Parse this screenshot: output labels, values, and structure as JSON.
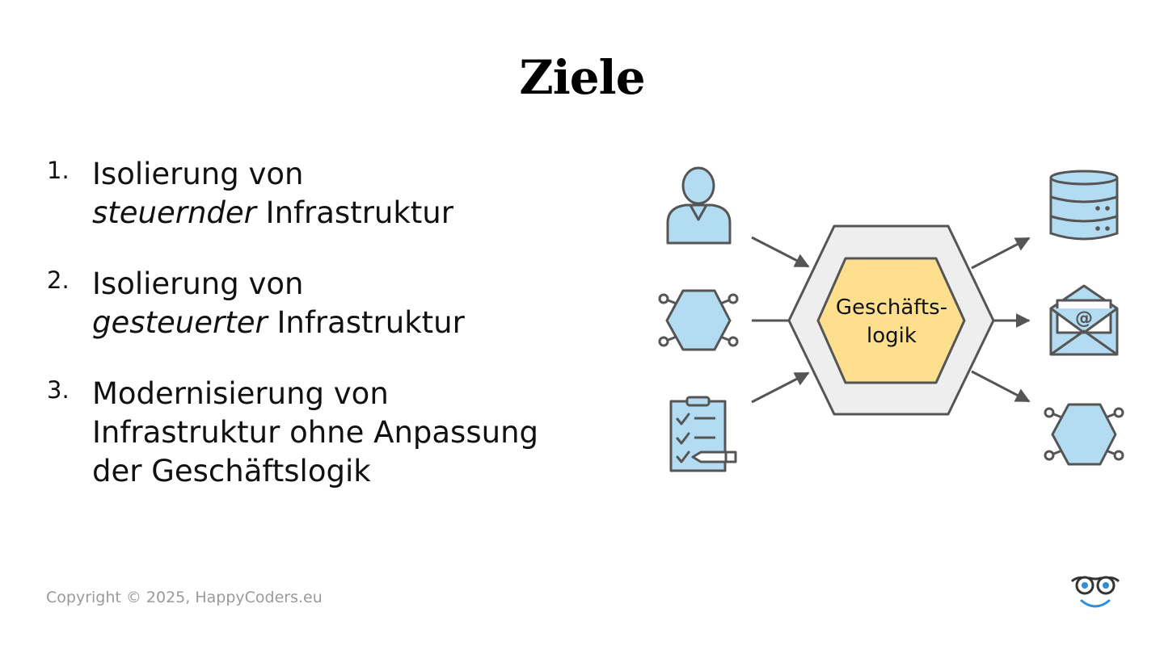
{
  "slide": {
    "title": "Ziele",
    "goals": [
      {
        "number": "1.",
        "line1": "Isolierung von",
        "emph": "steuernder",
        "rest": " Infrastruktur"
      },
      {
        "number": "2.",
        "line1": "Isolierung von",
        "emph": "gesteuerter",
        "rest": " Infrastruktur"
      },
      {
        "number": "3.",
        "line1": "Modernisierung von",
        "line2": "Infrastruktur ohne Anpassung",
        "line3": "der Geschäftslogik"
      }
    ],
    "copyright": "Copyright © 2025, HappyCoders.eu"
  },
  "diagram": {
    "core_label_line1": "Geschäfts-",
    "core_label_line2": "logik",
    "left_icons": [
      "user-icon",
      "adapter-hexagon-icon",
      "checklist-icon"
    ],
    "right_icons": [
      "database-icon",
      "email-icon",
      "adapter-hexagon-icon"
    ],
    "colors": {
      "icon_fill": "#b3dcf2",
      "outline": "#555555",
      "outer_hexagon": "#eeeeee",
      "core_fill": "#fddf8e"
    }
  },
  "logo": {
    "name": "happycoders-glasses-logo",
    "accent": "#2e8fd8"
  }
}
